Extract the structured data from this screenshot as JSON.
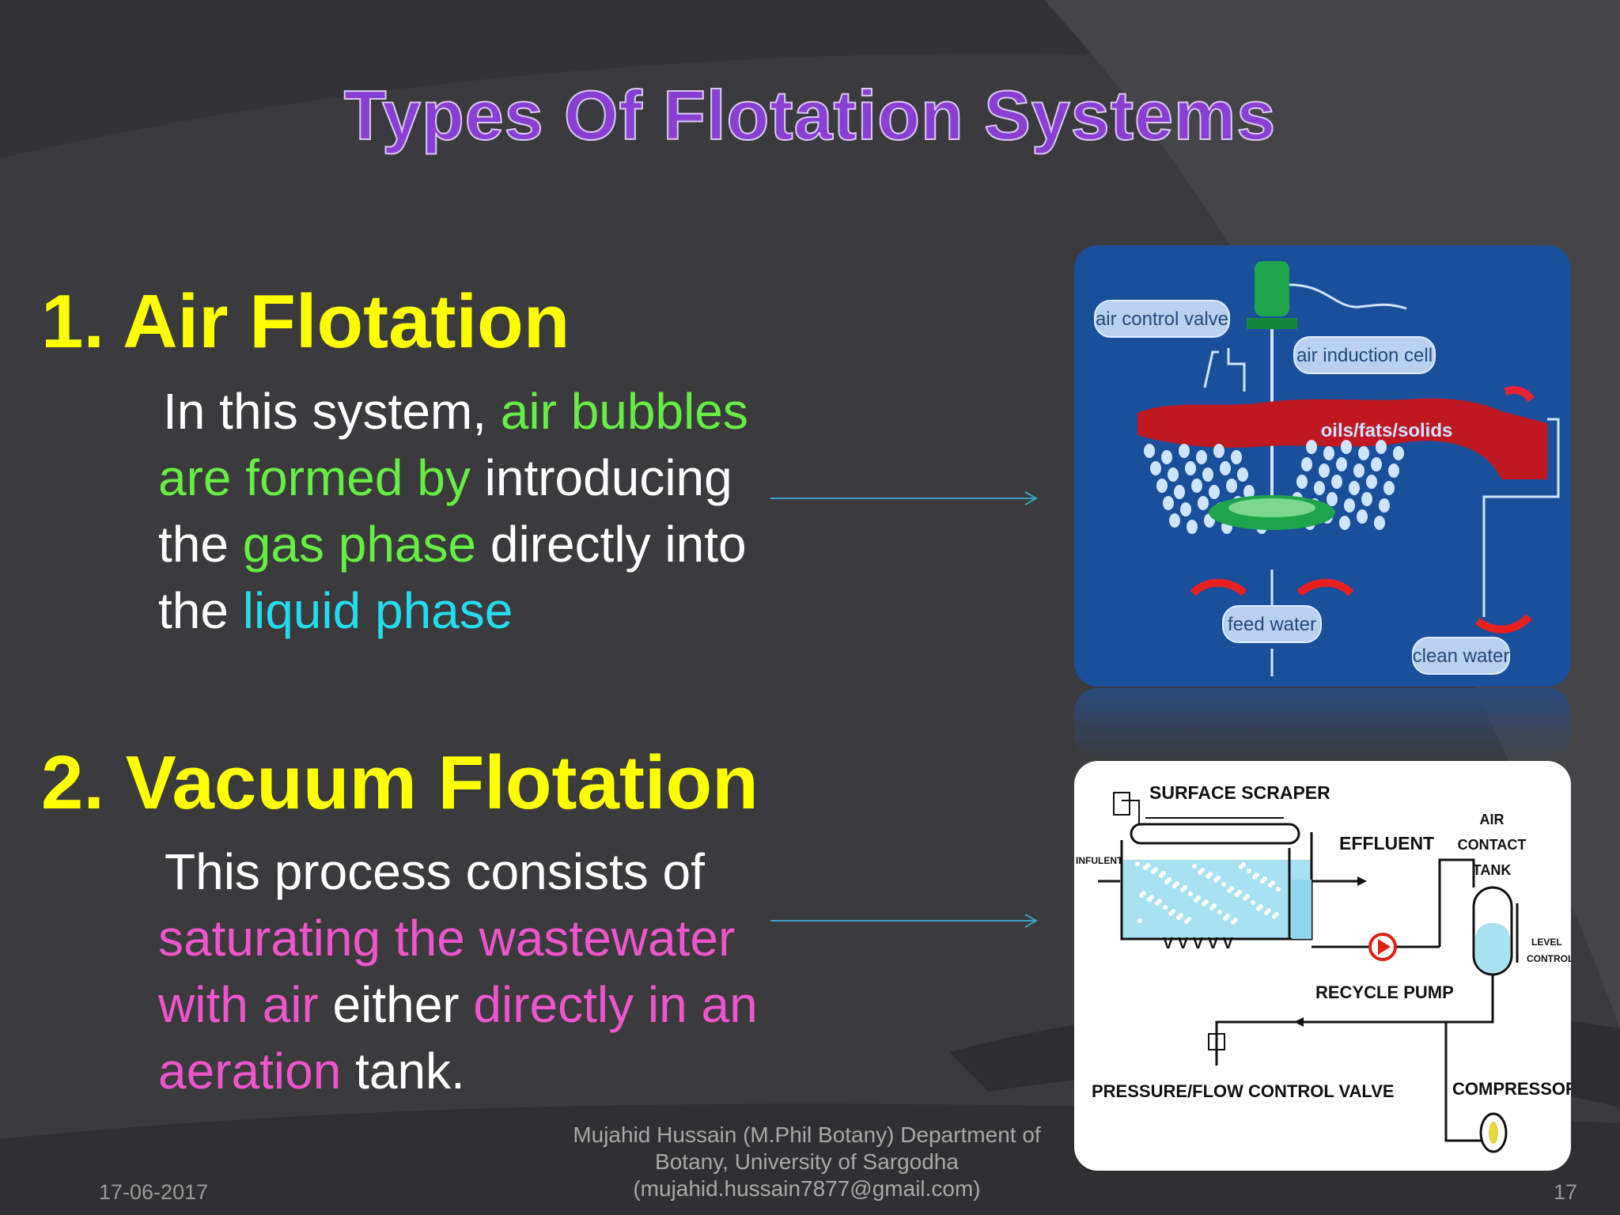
{
  "slide": {
    "title": "Types Of Flotation Systems",
    "section1": {
      "heading": "1. Air Flotation",
      "lines": [
        [
          {
            "t": "In this system, ",
            "c": "w"
          },
          {
            "t": "air bubbles",
            "c": "g"
          }
        ],
        [
          {
            "t": "are formed by",
            "c": "g"
          },
          {
            "t": " introducing",
            "c": "w"
          }
        ],
        [
          {
            "t": "the ",
            "c": "w"
          },
          {
            "t": "gas phase",
            "c": "g"
          },
          {
            "t": " directly into",
            "c": "w"
          }
        ],
        [
          {
            "t": "the ",
            "c": "w"
          },
          {
            "t": "liquid phase",
            "c": "c"
          }
        ]
      ]
    },
    "section2": {
      "heading": "2. Vacuum Flotation",
      "lines": [
        [
          {
            "t": "This process consists of",
            "c": "w"
          }
        ],
        [
          {
            "t": "saturating the wastewater",
            "c": "m"
          }
        ],
        [
          {
            "t": "with air",
            "c": "m"
          },
          {
            "t": " either ",
            "c": "w"
          },
          {
            "t": "directly in an",
            "c": "m"
          }
        ],
        [
          {
            "t": "aeration",
            "c": "m"
          },
          {
            "t": " tank.",
            "c": "w"
          }
        ]
      ]
    },
    "diagram1": {
      "labels": {
        "air_control_valve": "air control valve",
        "air_induction_cell": "air induction cell",
        "oils": "oils/fats/solids",
        "feed_water": "feed water",
        "clean_water": "clean water"
      },
      "colors": {
        "bg": "#1a4f9c",
        "sludge": "#c01820",
        "bubble": "#cfe4ff",
        "cell": "#1ea44a"
      }
    },
    "diagram2": {
      "labels": {
        "surface_scraper": "SURFACE SCRAPER",
        "influent": "INFULENT",
        "effluent": "EFFLUENT",
        "air_contact_tank_1": "AIR",
        "air_contact_tank_2": "CONTACT",
        "air_contact_tank_3": "TANK",
        "level_control_1": "LEVEL",
        "level_control_2": "CONTROL",
        "recycle_pump": "RECYCLE PUMP",
        "pressure_valve": "PRESSURE/FLOW CONTROL VALVE",
        "compressor": "COMPRESSOR"
      }
    },
    "footer": {
      "date": "17-06-2017",
      "credit": [
        "Mujahid Hussain (M.Phil Botany) Department of",
        "Botany, University of Sargodha",
        "(mujahid.hussain7877@gmail.com)"
      ],
      "page": "17"
    }
  }
}
